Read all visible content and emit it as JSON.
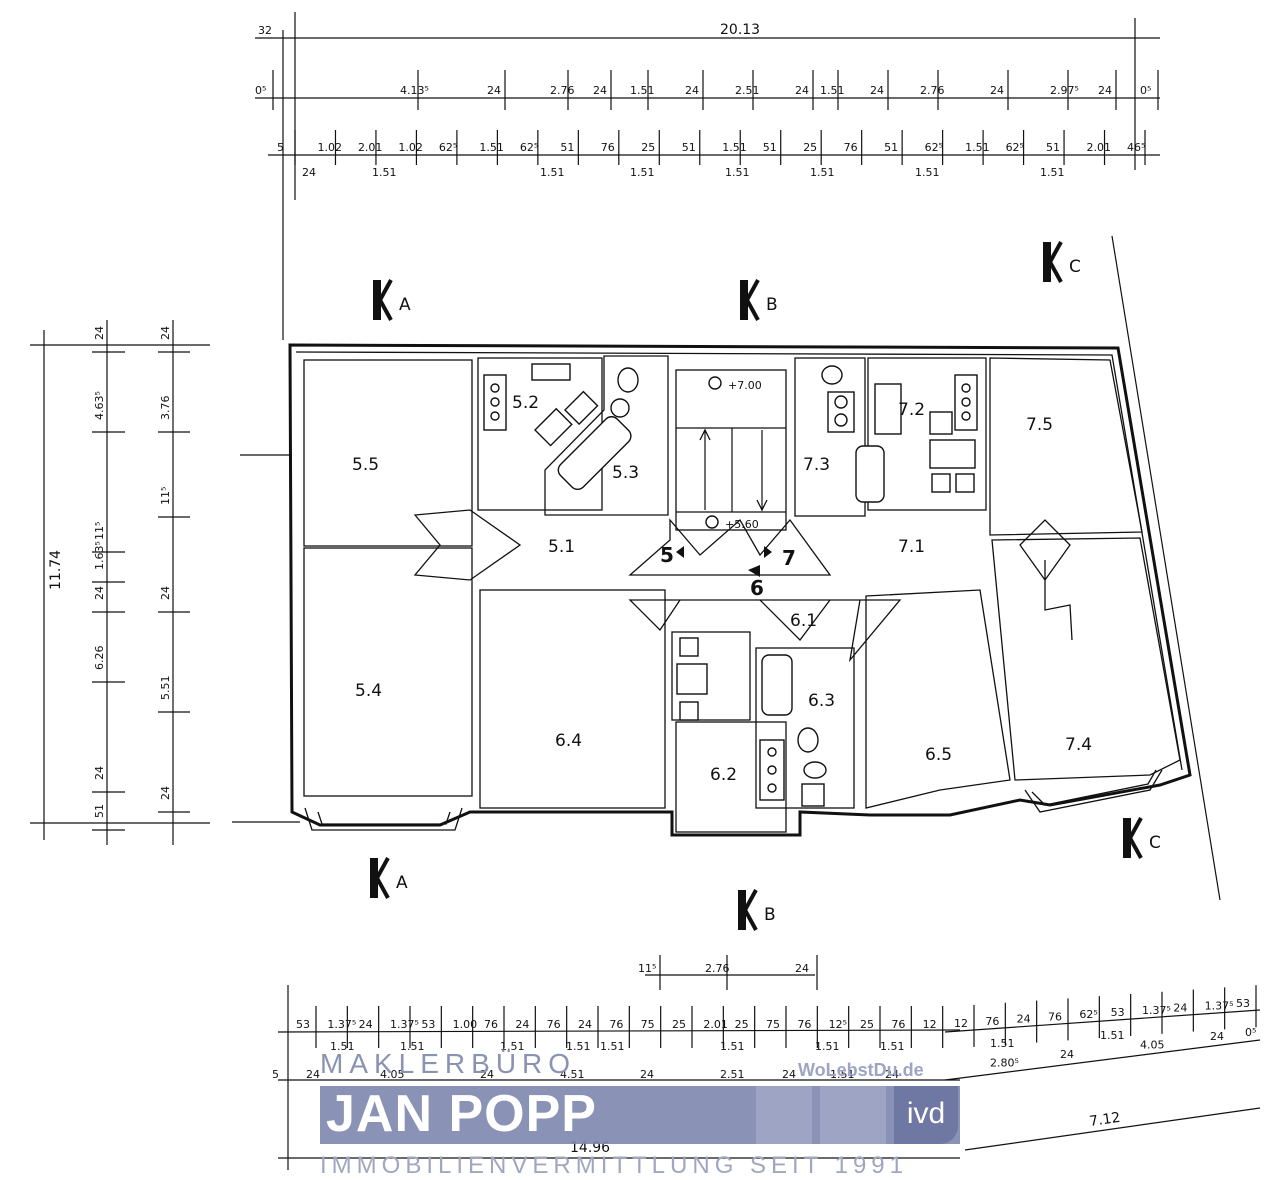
{
  "top_dims": {
    "overall": "20.13",
    "left_offset": "32",
    "row2": [
      "0⁵",
      "4.13⁵",
      "24",
      "2.76",
      "24",
      "1.51",
      "24",
      "2.51",
      "24",
      "1.51",
      "24",
      "2.76",
      "24",
      "2.97⁵",
      "24",
      "0⁵"
    ],
    "row3": [
      "5",
      "1.02",
      "2.01",
      "1.02",
      "62⁵",
      "1.51",
      "62⁵",
      "51",
      "76",
      "25",
      "51",
      "1.51",
      "51",
      "25",
      "76",
      "51",
      "62⁵",
      "1.51",
      "62⁵",
      "51",
      "2.01",
      "46⁵"
    ],
    "row3_below": [
      "24",
      "1.51",
      "1.51",
      "1.51",
      "1.51",
      "1.51",
      "1.51",
      "1.51"
    ]
  },
  "left_dims": {
    "overall": "11.74",
    "col1": [
      "24",
      "4.63⁵",
      "11⁵",
      "1.63⁵",
      "24",
      "6.26",
      "24",
      "51"
    ],
    "col2": [
      "24",
      "3.76",
      "11⁵",
      "24",
      "5.51",
      "24"
    ]
  },
  "bottom_dims": {
    "top_row": [
      "11⁵",
      "2.76",
      "24"
    ],
    "row1": [
      "53",
      "1.37⁵",
      "24",
      "1.37⁵",
      "53",
      "1.00",
      "76",
      "24",
      "76",
      "24",
      "76",
      "75",
      "25",
      "2.01",
      "25",
      "75",
      "76",
      "12⁵",
      "25",
      "76",
      "12",
      "12",
      "76",
      "24",
      "76",
      "62⁵",
      "53",
      "1.37⁵",
      "24",
      "1.37⁵",
      "53"
    ],
    "row1_below": [
      "1.51",
      "1.51",
      "1.51",
      "1.51",
      "1.51",
      "1.51",
      "1.51",
      "1.51",
      "1.51",
      "1.51"
    ],
    "row2": [
      "5",
      "24",
      "4.05",
      "24",
      "4.51",
      "24",
      "2.51",
      "24",
      "1.51",
      "24",
      "2.80⁵",
      "24",
      "4.05",
      "24",
      "0⁵"
    ],
    "overall_left": "14.96",
    "overall_right": "7.12"
  },
  "rooms": {
    "r55": "5.5",
    "r52": "5.2",
    "r53": "5.3",
    "r51": "5.1",
    "r54": "5.4",
    "r64": "6.4",
    "r62": "6.2",
    "r63": "6.3",
    "r61": "6.1",
    "r65": "6.5",
    "r73": "7.3",
    "r72": "7.2",
    "r75": "7.5",
    "r71": "7.1",
    "r74": "7.4"
  },
  "stair": {
    "level_upper": "+7.00",
    "level_lower": "+5.60"
  },
  "apartments": {
    "a5": "5",
    "a6": "6",
    "a7": "7"
  },
  "sections": {
    "a": "A",
    "b": "B",
    "c": "C"
  },
  "logo": {
    "line1": "MAKLERBÜRO",
    "name": "JAN POPP",
    "badge": "ivd",
    "website": "WoLebstDu.de",
    "tagline": "IMMOBILIENVERMITTLUNG SEIT 1991"
  }
}
